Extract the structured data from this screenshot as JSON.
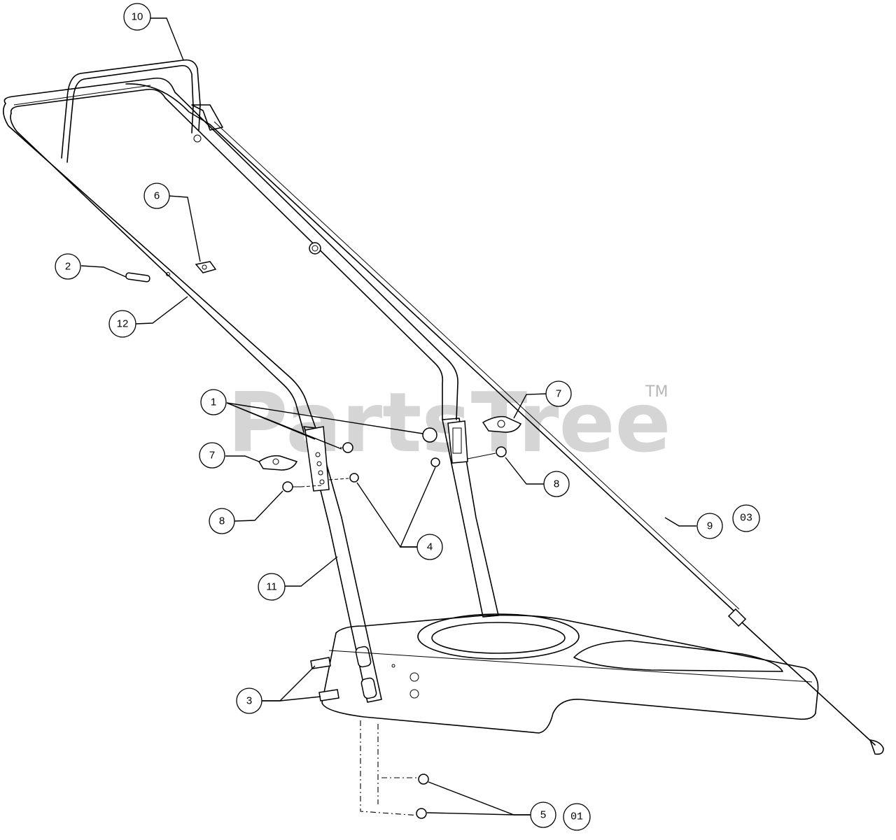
{
  "watermark": {
    "text": "PartsTree",
    "trademark": "TM"
  },
  "callouts": [
    {
      "id": "10"
    },
    {
      "id": "6"
    },
    {
      "id": "2"
    },
    {
      "id": "12"
    },
    {
      "id": "1"
    },
    {
      "id": "7a",
      "label": "7"
    },
    {
      "id": "7b",
      "label": "7"
    },
    {
      "id": "8a",
      "label": "8"
    },
    {
      "id": "8b",
      "label": "8"
    },
    {
      "id": "4"
    },
    {
      "id": "11"
    },
    {
      "id": "9"
    },
    {
      "id": "3"
    },
    {
      "id": "5"
    }
  ],
  "labels": {
    "c10": "10",
    "c6": "6",
    "c2": "2",
    "c12": "12",
    "c1": "1",
    "c7a": "7",
    "c7b": "7",
    "c8a": "8",
    "c8b": "8",
    "c4": "4",
    "c11": "11",
    "c9": "9",
    "c3": "3",
    "c5": "5"
  },
  "codes": {
    "c03": "03",
    "c01": "01"
  },
  "colors": {
    "line": "#000000",
    "watermark": "#c8c8c8",
    "background": "#ffffff"
  }
}
